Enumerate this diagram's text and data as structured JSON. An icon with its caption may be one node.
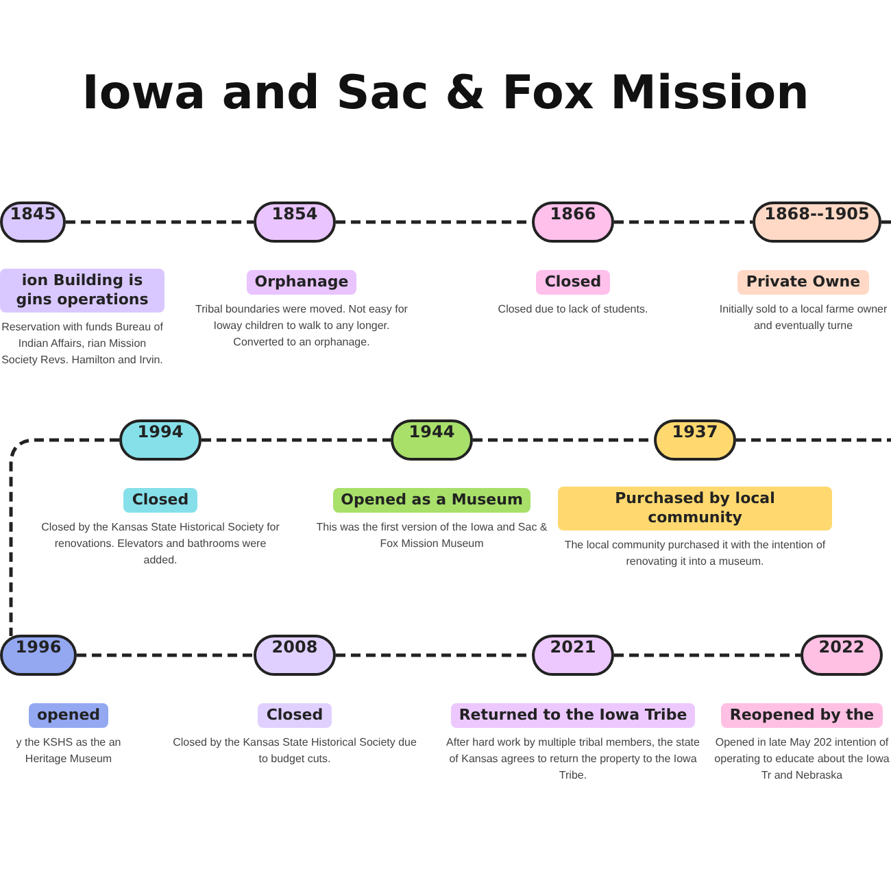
{
  "diagram": {
    "title": "Iowa and Sac & Fox Mission",
    "nodes": [
      {
        "text": [
          "1845"
        ]
      },
      {
        "text": [
          "ion Building is gins operations"
        ],
        "beside": [
          "Reservation with funds Bureau of Indian Affairs, rian Mission Society Revs. Hamilton and Irvin."
        ]
      },
      {
        "text": [
          "1854"
        ]
      },
      {
        "text": [
          "Orphanage"
        ],
        "beside": [
          "Tribal boundaries were moved. Not easy for Ioway children to walk to any longer. Converted to an orphanage."
        ]
      },
      {
        "text": [
          "1866"
        ]
      },
      {
        "text": [
          "Closed"
        ],
        "beside": [
          "Closed due to lack of students."
        ]
      },
      {
        "text": [
          "1868--1905"
        ]
      },
      {
        "text": [
          "Private Owne"
        ],
        "beside": [
          "Initially sold to a local farme owner and eventually turne"
        ]
      },
      {
        "text": [
          "1994"
        ]
      },
      {
        "text": [
          "Closed"
        ],
        "beside": [
          "Closed by the Kansas State Historical Society for renovations. Elevators and bathrooms were added."
        ]
      },
      {
        "text": [
          "1944"
        ]
      },
      {
        "text": [
          "Opened as a Museum"
        ],
        "beside": [
          "This was the first version of the Iowa and Sac & Fox Mission Museum"
        ]
      },
      {
        "text": [
          "1937"
        ]
      },
      {
        "text": [
          "Purchased by local community"
        ],
        "beside": [
          "The local community purchased it with the intention of renovating it into a museum."
        ]
      },
      {
        "text": [
          "1996"
        ]
      },
      {
        "text": [
          "opened"
        ],
        "beside": [
          "y the KSHS as the an Heritage Museum"
        ]
      },
      {
        "text": [
          "2008"
        ]
      },
      {
        "text": [
          "Closed"
        ],
        "beside": [
          "Closed by the Kansas State Historical Society due to budget cuts."
        ]
      },
      {
        "text": [
          "2021"
        ]
      },
      {
        "text": [
          "Returned to the Iowa Tribe"
        ],
        "beside": [
          "After hard work by multiple tribal members, the state of Kansas agrees to return the property to the Iowa Tribe."
        ]
      },
      {
        "text": [
          "2022"
        ]
      },
      {
        "text": [
          "Reopened by the"
        ],
        "beside": [
          "Opened in late May 202 intention of operating to educate about the Iowa Tr and Nebraska"
        ]
      }
    ],
    "edges": [
      {
        "from": 0,
        "to": 2,
        "arrow": "none",
        "style": "dashed"
      },
      {
        "from": 2,
        "to": 4,
        "arrow": "none",
        "style": "dashed"
      },
      {
        "from": 4,
        "to": 6,
        "arrow": "none",
        "style": "dashed"
      },
      {
        "from": 6,
        "to": null,
        "arrow": "none",
        "style": "dashed"
      },
      {
        "from": 8,
        "to": 10,
        "arrow": "none",
        "style": "dashed"
      },
      {
        "from": 10,
        "to": 12,
        "arrow": "none",
        "style": "dashed"
      },
      {
        "from": 12,
        "to": null,
        "arrow": "none",
        "style": "dashed"
      },
      {
        "from": 8,
        "to": 14,
        "arrow": "none",
        "style": "dashed"
      },
      {
        "from": 14,
        "to": 16,
        "arrow": "none",
        "style": "dashed"
      },
      {
        "from": 16,
        "to": 18,
        "arrow": "none",
        "style": "dashed"
      },
      {
        "from": 18,
        "to": 20,
        "arrow": "none",
        "style": "dashed"
      }
    ]
  }
}
